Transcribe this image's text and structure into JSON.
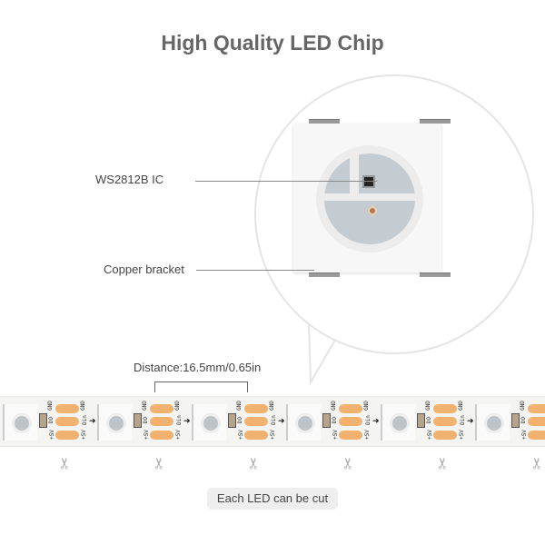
{
  "title": "High Quality LED Chip",
  "labels": {
    "ic": "WS2812B IC",
    "bracket": "Copper bracket",
    "distance": "Distance:16.5mm/0.65in",
    "cut": "Each LED can be cut"
  },
  "pins": {
    "gnd": "GND",
    "do": "DO",
    "v5": "+5V",
    "din": "Din"
  },
  "led_count": 6,
  "colors": {
    "pad": "#f0b26e",
    "title": "#666666"
  }
}
